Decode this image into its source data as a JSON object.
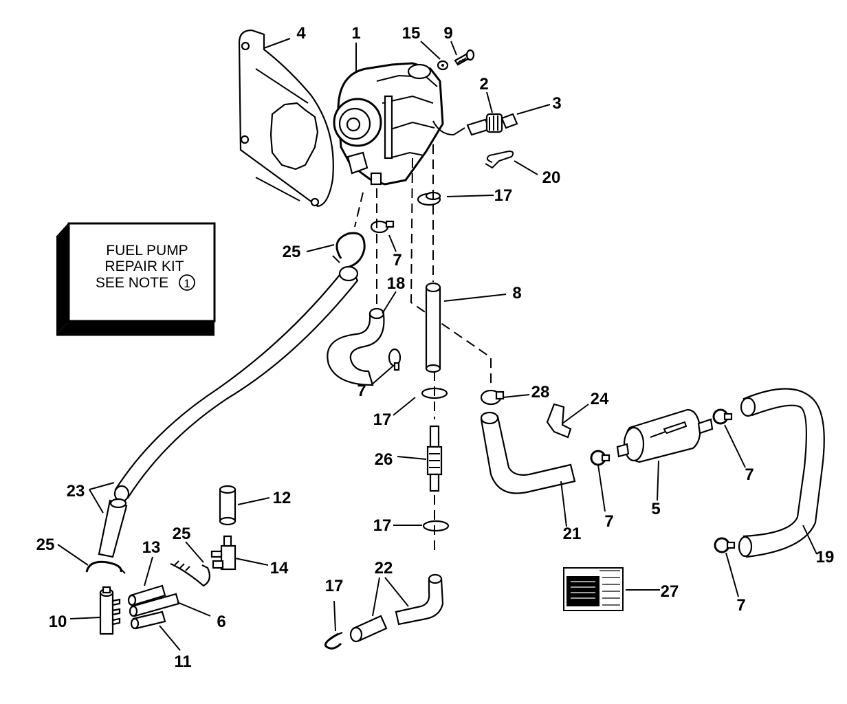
{
  "kit_box": {
    "line1": "FUEL PUMP",
    "line2": "REPAIR KIT",
    "line3": "SEE NOTE",
    "note_number": "1"
  },
  "callouts": {
    "c1": "1",
    "c2": "2",
    "c3": "3",
    "c4": "4",
    "c5": "5",
    "c6": "6",
    "c7a": "7",
    "c7b": "7",
    "c7c": "7",
    "c7d": "7",
    "c7e": "7",
    "c8": "8",
    "c9": "9",
    "c10": "10",
    "c11": "11",
    "c12": "12",
    "c13": "13",
    "c14": "14",
    "c15": "15",
    "c17a": "17",
    "c17b": "17",
    "c17c": "17",
    "c17d": "17",
    "c18": "18",
    "c19": "19",
    "c20": "20",
    "c21": "21",
    "c22": "22",
    "c23": "23",
    "c24": "24",
    "c25a": "25",
    "c25b": "25",
    "c25c": "25",
    "c26": "26",
    "c27": "27",
    "c28": "28"
  },
  "colors": {
    "ink": "#000000",
    "paper": "#ffffff"
  }
}
